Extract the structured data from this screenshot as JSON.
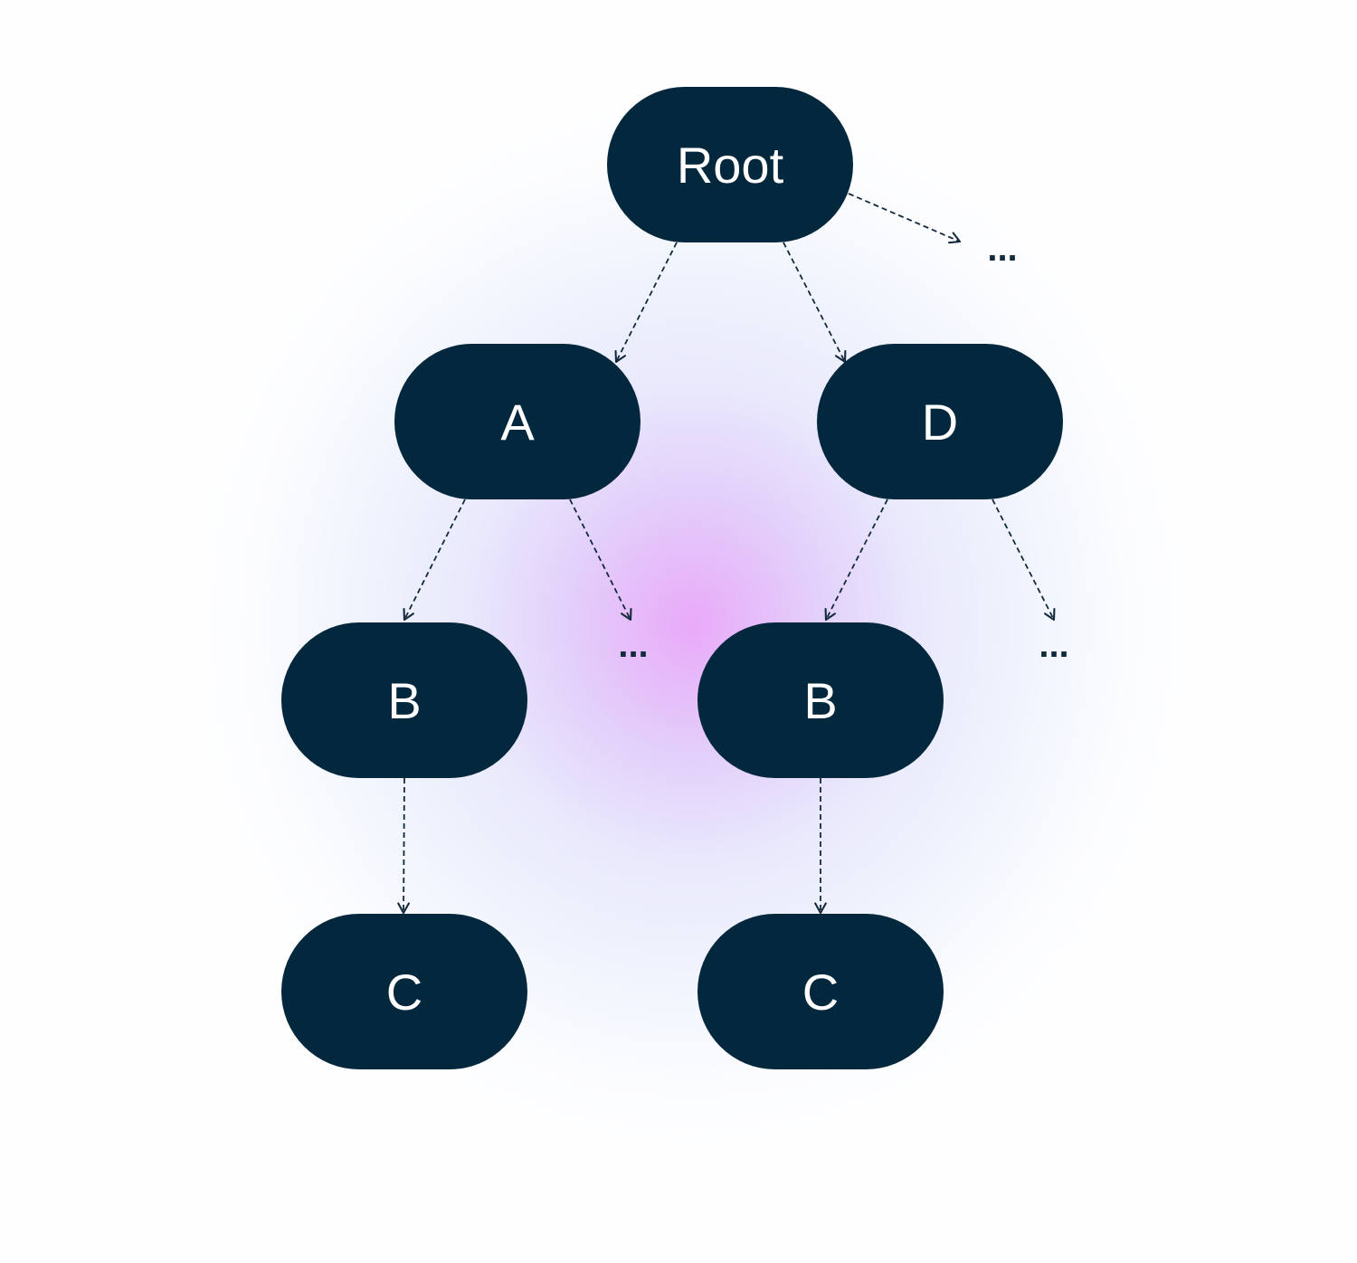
{
  "colors": {
    "node_fill": "#03273d",
    "node_text": "#ffffff",
    "edge": "#132a3d",
    "glow_center": "#e8a5f8",
    "glow_outer": "#eaf0fc",
    "background": "#fefeff"
  },
  "nodes": [
    {
      "id": "root",
      "label": "Root"
    },
    {
      "id": "a",
      "label": "A"
    },
    {
      "id": "d",
      "label": "D"
    },
    {
      "id": "b-left",
      "label": "B"
    },
    {
      "id": "b-right",
      "label": "B"
    },
    {
      "id": "c-left",
      "label": "C"
    },
    {
      "id": "c-right",
      "label": "C"
    }
  ],
  "ellipses": [
    {
      "id": "root-more",
      "text": "..."
    },
    {
      "id": "a-more",
      "text": "..."
    },
    {
      "id": "d-more",
      "text": "..."
    }
  ],
  "edges": [
    {
      "from": "root",
      "to": "a",
      "style": "dashed"
    },
    {
      "from": "root",
      "to": "d",
      "style": "dashed"
    },
    {
      "from": "root",
      "to": "root-more",
      "style": "dashed"
    },
    {
      "from": "a",
      "to": "b-left",
      "style": "dashed"
    },
    {
      "from": "a",
      "to": "a-more",
      "style": "dashed"
    },
    {
      "from": "d",
      "to": "b-right",
      "style": "dashed"
    },
    {
      "from": "d",
      "to": "d-more",
      "style": "dashed"
    },
    {
      "from": "b-left",
      "to": "c-left",
      "style": "dashed"
    },
    {
      "from": "b-right",
      "to": "c-right",
      "style": "dashed"
    }
  ]
}
